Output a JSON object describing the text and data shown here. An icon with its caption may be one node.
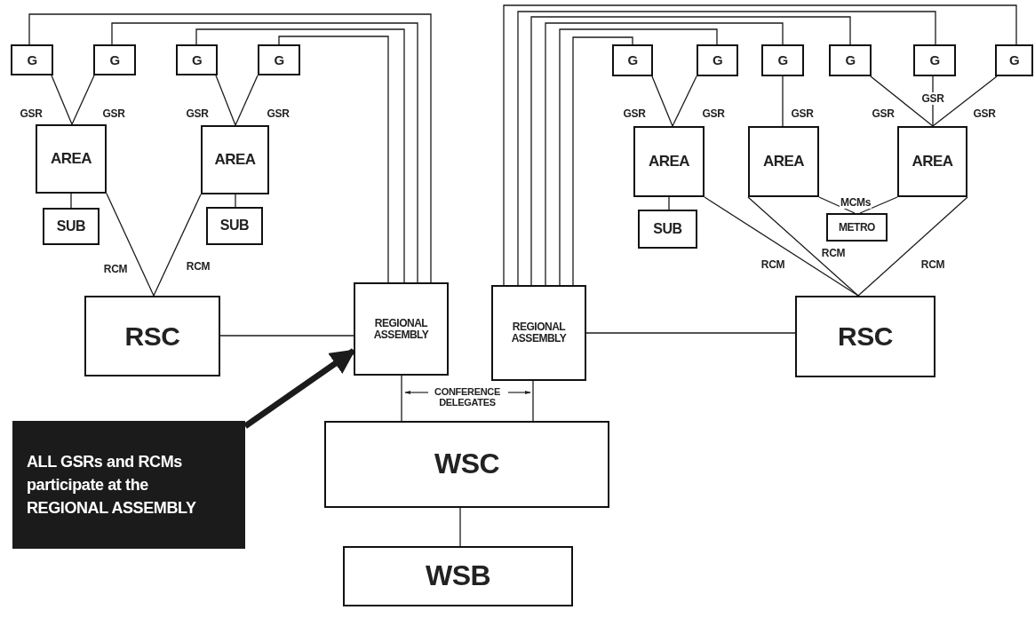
{
  "diagram": {
    "nodes": [
      {
        "text": [
          "G"
        ]
      },
      {
        "text": [
          "G"
        ]
      },
      {
        "text": [
          "G"
        ]
      },
      {
        "text": [
          "G"
        ]
      },
      {
        "text": [
          "AREA"
        ]
      },
      {
        "text": [
          "SUB"
        ]
      },
      {
        "text": [
          "AREA"
        ]
      },
      {
        "text": [
          "SUB"
        ]
      },
      {
        "text": [
          "RSC"
        ]
      },
      {
        "text": [
          "REGIONAL ASSEMBLY"
        ]
      },
      {
        "text": [
          "REGIONAL ASSEMBLY"
        ]
      },
      {
        "text": [
          "G"
        ]
      },
      {
        "text": [
          "G"
        ]
      },
      {
        "text": [
          "G"
        ]
      },
      {
        "text": [
          "G"
        ]
      },
      {
        "text": [
          "G"
        ]
      },
      {
        "text": [
          "G"
        ]
      },
      {
        "text": [
          "AREA"
        ]
      },
      {
        "text": [
          "SUB"
        ]
      },
      {
        "text": [
          "AREA"
        ]
      },
      {
        "text": [
          "METRO"
        ]
      },
      {
        "text": [
          "AREA"
        ]
      },
      {
        "text": [
          "RSC"
        ]
      },
      {
        "text": [
          "WSC"
        ]
      },
      {
        "text": [
          "WSB"
        ]
      },
      {
        "text": [
          "ALL GSRs and RCMs participate at the REGIONAL ASSEMBLY"
        ]
      }
    ],
    "edges": [
      {
        "from": 0,
        "to": 4,
        "arrow": "none",
        "label": "GSR"
      },
      {
        "from": 1,
        "to": 4,
        "arrow": "none",
        "label": "GSR"
      },
      {
        "from": 2,
        "to": 6,
        "arrow": "none",
        "label": "GSR"
      },
      {
        "from": 3,
        "to": 6,
        "arrow": "none",
        "label": "GSR"
      },
      {
        "from": 4,
        "to": 5,
        "arrow": "none"
      },
      {
        "from": 6,
        "to": 7,
        "arrow": "none"
      },
      {
        "from": 4,
        "to": 8,
        "arrow": "none",
        "label": "RCM"
      },
      {
        "from": 6,
        "to": 8,
        "arrow": "none",
        "label": "RCM"
      },
      {
        "from": 0,
        "to": 9,
        "arrow": "none"
      },
      {
        "from": 1,
        "to": 9,
        "arrow": "none"
      },
      {
        "from": 2,
        "to": 9,
        "arrow": "none"
      },
      {
        "from": 3,
        "to": 9,
        "arrow": "none"
      },
      {
        "from": 8,
        "to": 9,
        "arrow": "none"
      },
      {
        "from": 10,
        "to": 22,
        "arrow": "none"
      },
      {
        "from": 9,
        "to": 23,
        "arrow": "none"
      },
      {
        "from": 10,
        "to": 23,
        "arrow": "none"
      },
      {
        "from": 23,
        "to": 24,
        "arrow": "none"
      },
      {
        "from": 11,
        "to": 10,
        "arrow": "none"
      },
      {
        "from": 12,
        "to": 10,
        "arrow": "none"
      },
      {
        "from": 13,
        "to": 10,
        "arrow": "none"
      },
      {
        "from": 14,
        "to": 10,
        "arrow": "none"
      },
      {
        "from": 15,
        "to": 10,
        "arrow": "none"
      },
      {
        "from": 16,
        "to": 10,
        "arrow": "none"
      },
      {
        "from": 11,
        "to": 17,
        "arrow": "none",
        "label": "GSR"
      },
      {
        "from": 12,
        "to": 17,
        "arrow": "none",
        "label": "GSR"
      },
      {
        "from": 13,
        "to": 19,
        "arrow": "none",
        "label": "GSR"
      },
      {
        "from": 14,
        "to": 21,
        "arrow": "none",
        "label": "GSR"
      },
      {
        "from": 15,
        "to": 21,
        "arrow": "none",
        "label": "GSR"
      },
      {
        "from": 16,
        "to": 21,
        "arrow": "none",
        "label": "GSR"
      },
      {
        "from": 17,
        "to": 18,
        "arrow": "none"
      },
      {
        "from": 19,
        "to": 20,
        "arrow": "none"
      },
      {
        "from": 21,
        "to": 20,
        "arrow": "none"
      },
      {
        "from": 17,
        "to": 22,
        "arrow": "none",
        "label": "RCM"
      },
      {
        "from": 19,
        "to": 22,
        "arrow": "none",
        "label": "RCM"
      },
      {
        "from": 21,
        "to": 22,
        "arrow": "none",
        "label": "RCM"
      },
      {
        "from": 25,
        "to": 9,
        "arrow": "to",
        "style": "thick"
      }
    ],
    "labels": [
      "MCMs",
      "CONFERENCE DELEGATES"
    ]
  }
}
